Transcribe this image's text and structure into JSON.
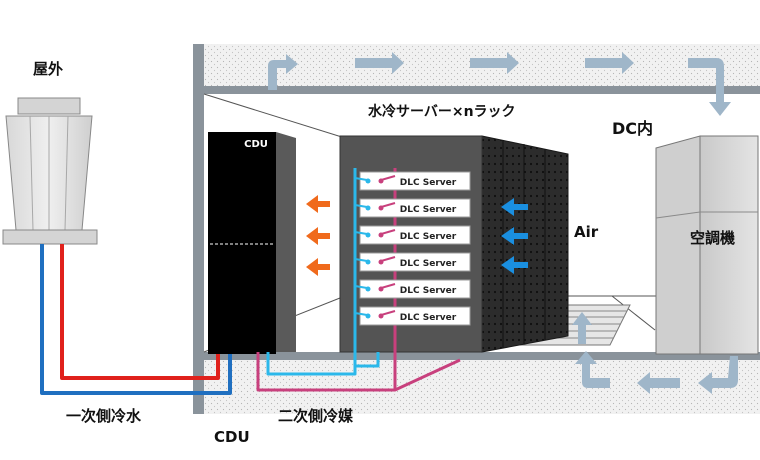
{
  "labels": {
    "outdoor": "屋外",
    "cdu_unit": "CDU",
    "water_cooled_servers": "水冷サーバー×nラック",
    "dc_inside": "DC内",
    "air": "Air",
    "air_conditioner": "空調機",
    "primary_coolant": "一次側冷水",
    "secondary_coolant": "二次側冷媒",
    "cdu_bottom": "CDU"
  },
  "servers": [
    {
      "label": "DLC Server"
    },
    {
      "label": "DLC Server"
    },
    {
      "label": "DLC Server"
    },
    {
      "label": "DLC Server"
    },
    {
      "label": "DLC Server"
    },
    {
      "label": "DLC Server"
    }
  ],
  "colors": {
    "primary_hot": "#e0211c",
    "primary_cold": "#1f6fc0",
    "secondary_cold": "#2bb8ea",
    "secondary_hot": "#c8407d",
    "heat_arrow": "#f06a1c",
    "intake_arrow": "#1a8fe0",
    "airflow_arrow": "#9fb6c9"
  }
}
